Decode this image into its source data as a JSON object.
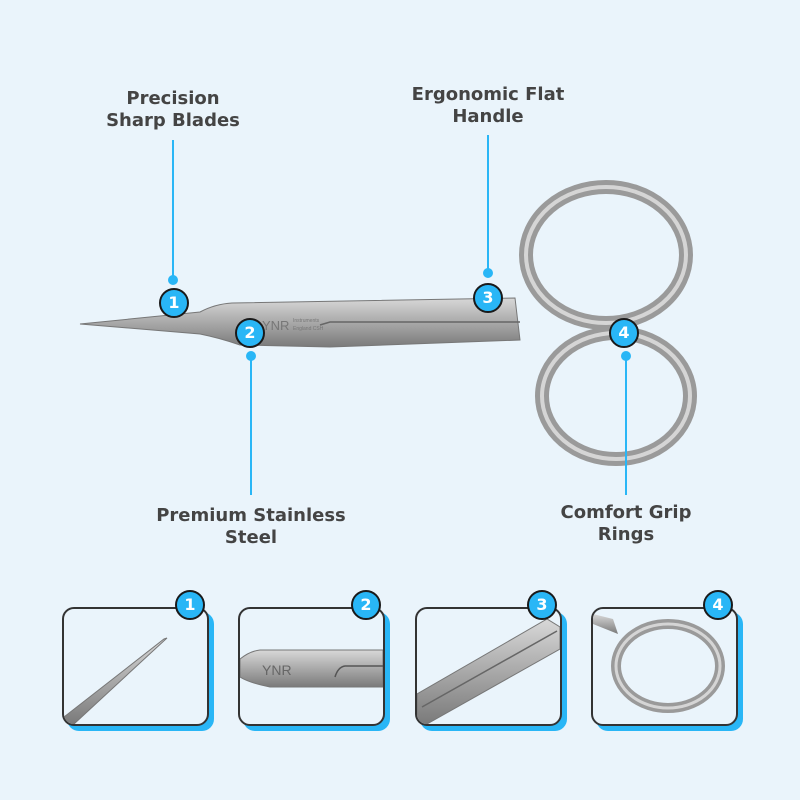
{
  "callouts": [
    {
      "number": "1",
      "line1": "Precision",
      "line2": "Sharp Blades"
    },
    {
      "number": "2",
      "line1": "Premium Stainless",
      "line2": "Steel"
    },
    {
      "number": "3",
      "line1": "Ergonomic Flat",
      "line2": "Handle"
    },
    {
      "number": "4",
      "line1": "Comfort Grip",
      "line2": "Rings"
    }
  ],
  "engraving": {
    "brand": "YNR",
    "line1": "Instruments",
    "line2": "England CSH"
  },
  "thumbnails": [
    {
      "number": "1",
      "subject": "blade-tip"
    },
    {
      "number": "2",
      "subject": "engraved-steel"
    },
    {
      "number": "3",
      "subject": "flat-handle"
    },
    {
      "number": "4",
      "subject": "finger-ring"
    }
  ],
  "colors": {
    "accent": "#29b6f6",
    "background": "#eaf4fb",
    "text": "#444444"
  }
}
